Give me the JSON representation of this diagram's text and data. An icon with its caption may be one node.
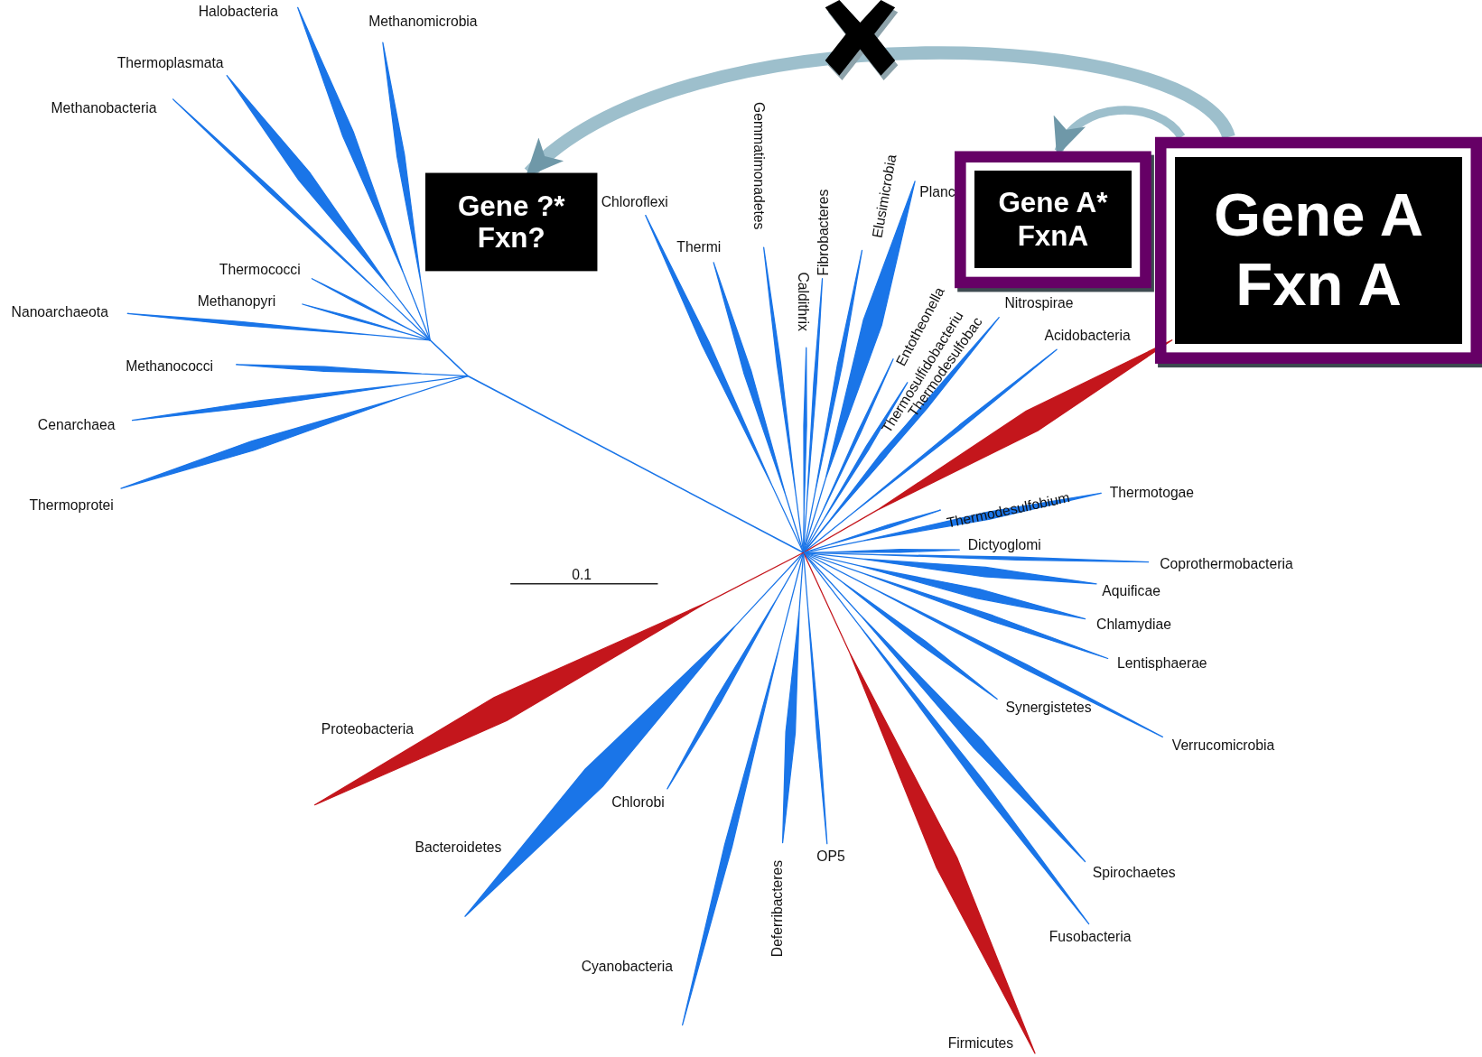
{
  "diagram": {
    "nodes": [
      {
        "text": [
          "Gene ?*",
          "Fxn?"
        ]
      },
      {
        "text": [
          "Gene A*",
          "FxnA"
        ]
      },
      {
        "text": [
          "Gene A",
          "Fxn A"
        ]
      }
    ],
    "edges": [
      {
        "from": 2,
        "to": 0,
        "arrow": "to"
      },
      {
        "from": 2,
        "to": 1,
        "arrow": "to"
      }
    ],
    "labels": [
      "Halobacteria",
      "Methanomicrobia",
      "Thermoplasmata",
      "Methanobacteria",
      "Gemmatimonadetes",
      "Elusimicrobia",
      "Fibrobacteres",
      "Planc",
      "Chloroflexi",
      "Thermi",
      "Thermococci",
      "Caldithrix",
      "Entotheonella",
      "Methanopyri",
      "Nitrospirae",
      "Nanoarchaeota",
      "Thermosulfidobacteriu",
      "Acidobacteria",
      "Thermodesulfobac",
      "Methanococci",
      "Cenarchaea",
      "Thermodesulfobium",
      "Thermotogae",
      "Thermoprotei",
      "Dictyoglomi",
      "Coprothermobacteria",
      "0.1",
      "Aquificae",
      "Chlamydiae",
      "Lentisphaerae",
      "Synergistetes",
      "Proteobacteria",
      "Verrucomicrobia",
      "Chlorobi",
      "Bacteroidetes",
      "OP5",
      "Deferribacteres",
      "Spirochaetes",
      "Fusobacteria",
      "Cyanobacteria",
      "Firmicutes"
    ]
  }
}
